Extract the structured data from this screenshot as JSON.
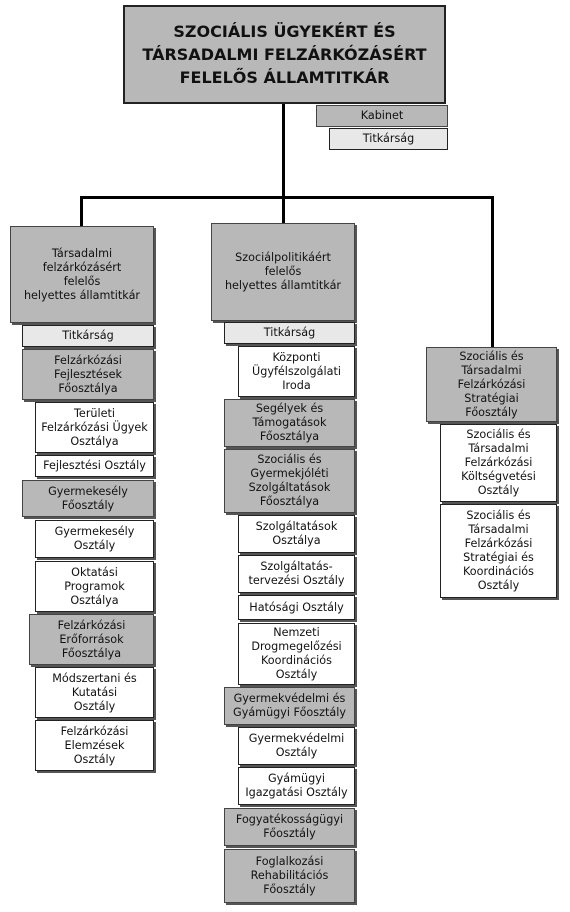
{
  "top": {
    "title": "SZOCIÁLIS ÜGYEKÉRT ÉS\nTÁRSADALMI FELZÁRKÓZÁSÉRT\nFELELŐS ÁLLAMTITKÁR",
    "kabinet": "Kabinet",
    "titkarsag": "Titkárság"
  },
  "left": {
    "head": "Társadalmi\nfelzárkózásért\nfelelős\nhelyettes államtitkár",
    "titkarsag": "Titkárság",
    "items": [
      "Felzárkózási\nFejlesztések\nFőosztálya",
      "Területi\nFelzárkózási Ügyek\nOsztálya",
      "Fejlesztési Osztály",
      "Gyermekesély\nFőosztály",
      "Gyermekesély\nOsztály",
      "Oktatási\nProgramok\nOsztálya",
      "Felzárkózási\nErőforrások\nFőosztálya",
      "Módszertani és\nKutatási\nOsztály",
      "Felzárkózási\nElemzések\nOsztály"
    ]
  },
  "middle": {
    "head": "Szociálpolitikáért\nfelelős\nhelyettes államtitkár",
    "titkarsag": "Titkárság",
    "items": [
      "Központi\nÜgyfélszolgálati\nIroda",
      "Segélyek és\nTámogatások\nFőosztálya",
      "Szociális és\nGyermekjóléti\nSzolgáltatások\nFőosztálya",
      "Szolgáltatások\nOsztálya",
      "Szolgáltatás-\ntervezési Osztály",
      "Hatósági Osztály",
      "Nemzeti\nDrogmegelőzési\nKoordinációs\nOsztály",
      "Gyermekvédelmi és\nGyámügyi Főosztály",
      "Gyermekvédelmi\nOsztály",
      "Gyámügyi\nIgazgatási Osztály",
      "Fogyatékosságügyi\nFőosztály",
      "Foglalkozási\nRehabilitációs\nFőosztály"
    ]
  },
  "right": {
    "head": "Szociális és\nTársadalmi\nFelzárkózási\nStratégiai\nFőosztály",
    "items": [
      "Szociális és\nTársadalmi\nFelzárkózási\nKöltségvetési\nOsztály",
      "Szociális és\nTársadalmi\nFelzárkózási\nStratégiai és\nKoordinációs\nOsztály"
    ]
  }
}
